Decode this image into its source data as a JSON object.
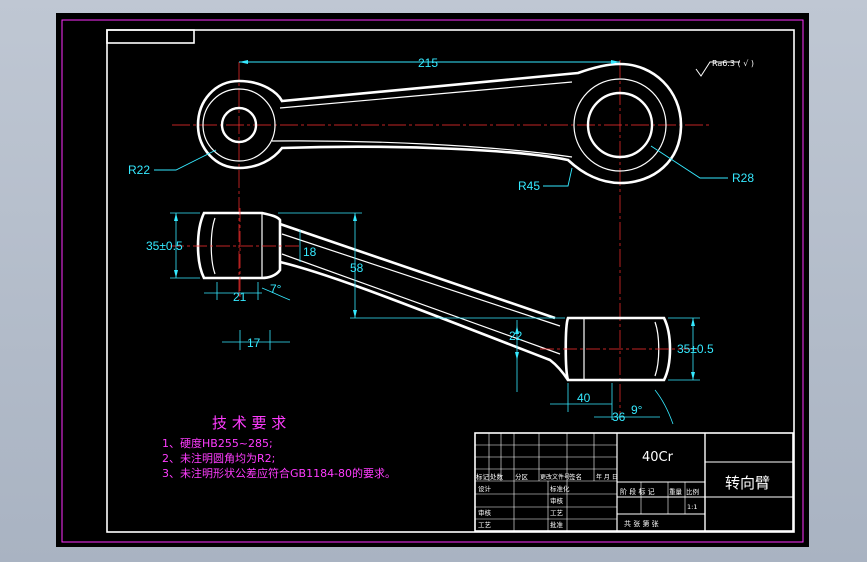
{
  "drawing": {
    "title": "转向臂",
    "material": "40Cr",
    "scale": "1:1",
    "roughness": "Ra6.3 ( √ )",
    "dimensions": {
      "d215": "215",
      "r22": "R22",
      "r28": "R28",
      "r45": "R45",
      "h35_left": "35±0.5",
      "h35_right": "35±0.5",
      "w18": "18",
      "h58": "58",
      "w21": "21",
      "angle7": "7°",
      "w17": "17",
      "w22": "22",
      "w40": "40",
      "w36": "36",
      "a9": "9°"
    },
    "requirements": {
      "heading": "技 术 要 求",
      "items": [
        "1、硬度HB255~285;",
        "2、未注明圆角均为R2;",
        "3、未注明形状公差应符合GB1184-80的要求。"
      ]
    },
    "title_block": {
      "row1": [
        "标记",
        "处数",
        "分区",
        "更改文件号",
        "签名",
        "年 月 日"
      ],
      "design": "设计",
      "standard": "标准化",
      "review": "审核",
      "process": "工艺",
      "check": "审核",
      "approve": "批准",
      "stage": "阶 段 标 记",
      "weight": "重量",
      "ratio": "比例",
      "sheets": "共    张  第    张"
    }
  }
}
